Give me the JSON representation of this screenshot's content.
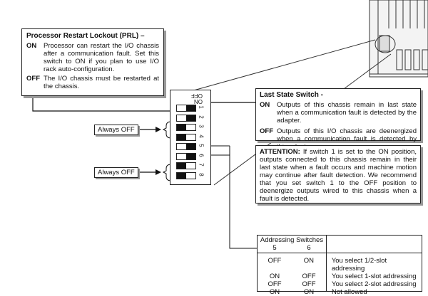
{
  "prl": {
    "title": "Processor Restart Lockout (PRL) –",
    "on_key": "ON",
    "on_text": "Processor can restart the I/O chassis after a communication fault. Set this switch to ON if you plan to use I/O rack auto-configuration.",
    "off_key": "OFF",
    "off_text": "The I/O chassis must be restarted at the chassis."
  },
  "last_state": {
    "title": "Last State Switch -",
    "on_key": "ON",
    "on_text": "Outputs of this chassis remain in last state when a communication fault is detected by the adapter.",
    "off_key": "OFF",
    "off_text": "Outputs of this I/O chassis are deenergized when a communication fault is detected by this adapter"
  },
  "attention": {
    "label": "ATTENTION:",
    "text": "If switch 1 is set to the ON position, outputs connected to this chassis remain in their last state when a fault occurs and machine motion may continue after fault detection. We recommend that you set switch 1 to the OFF position to deenergize outputs wired to this chassis when a fault is detected."
  },
  "tags": {
    "always_off_1": "Always OFF",
    "always_off_2": "Always OFF"
  },
  "dip": {
    "header_on": "ON",
    "header_off": "OFF",
    "numbers": [
      "1",
      "2",
      "3",
      "4",
      "5",
      "6",
      "7",
      "8"
    ],
    "states": [
      "off",
      "off",
      "on",
      "on",
      "off",
      "off",
      "on",
      "on"
    ]
  },
  "addressing": {
    "title": "Addressing Switches",
    "col5": "5",
    "col6": "6",
    "rows": [
      {
        "s5": "OFF",
        "s6": "ON",
        "desc": "You select 1/2-slot addressing"
      },
      {
        "s5": "ON",
        "s6": "OFF",
        "desc": "You select 1-slot addressing"
      },
      {
        "s5": "OFF",
        "s6": "OFF",
        "desc": "You select 2-slot addressing"
      },
      {
        "s5": "ON",
        "s6": "ON",
        "desc": "Not allowed"
      }
    ]
  }
}
